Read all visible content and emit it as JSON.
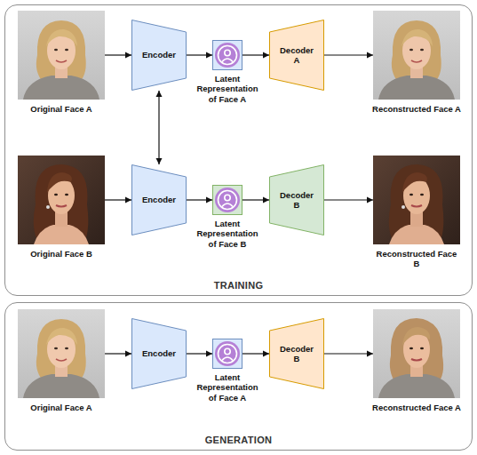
{
  "diagram": {
    "nodes": [
      {
        "text": [
          "TRAINING"
        ]
      },
      {
        "text": [
          "Original Face A"
        ],
        "in": 0
      },
      {
        "text": [
          "Encoder"
        ],
        "in": 0
      },
      {
        "text": [
          "Latent Representation of Face A"
        ],
        "in": 0
      },
      {
        "text": [
          "Decoder A"
        ],
        "in": 0
      },
      {
        "text": [
          "Reconstructed Face A"
        ],
        "in": 0
      },
      {
        "text": [
          "Original Face B"
        ],
        "in": 0
      },
      {
        "text": [
          "Encoder"
        ],
        "in": 0
      },
      {
        "text": [
          "Latent Representation of Face B"
        ],
        "in": 0
      },
      {
        "text": [
          "Decoder B"
        ],
        "in": 0
      },
      {
        "text": [
          "Reconstructed Face B"
        ],
        "in": 0
      },
      {
        "text": [
          "GENERATION"
        ]
      },
      {
        "text": [
          "Original Face A"
        ],
        "in": 11
      },
      {
        "text": [
          "Encoder"
        ],
        "in": 11
      },
      {
        "text": [
          "Latent Representation of Face A"
        ],
        "in": 11
      },
      {
        "text": [
          "Decoder B"
        ],
        "in": 11
      },
      {
        "text": [
          "Reconstructed Face A"
        ],
        "in": 11
      }
    ],
    "edges": [
      {
        "from": 1,
        "to": 2,
        "arrow": "to"
      },
      {
        "from": 2,
        "to": 3,
        "arrow": "to"
      },
      {
        "from": 3,
        "to": 4,
        "arrow": "to"
      },
      {
        "from": 4,
        "to": 5,
        "arrow": "to"
      },
      {
        "from": 6,
        "to": 7,
        "arrow": "to"
      },
      {
        "from": 7,
        "to": 8,
        "arrow": "to"
      },
      {
        "from": 8,
        "to": 9,
        "arrow": "to"
      },
      {
        "from": 9,
        "to": 10,
        "arrow": "to"
      },
      {
        "from": 2,
        "to": 7,
        "arrow": "both"
      },
      {
        "from": 12,
        "to": 13,
        "arrow": "to"
      },
      {
        "from": 13,
        "to": 14,
        "arrow": "to"
      },
      {
        "from": 14,
        "to": 15,
        "arrow": "to"
      },
      {
        "from": 15,
        "to": 16,
        "arrow": "to"
      }
    ]
  }
}
